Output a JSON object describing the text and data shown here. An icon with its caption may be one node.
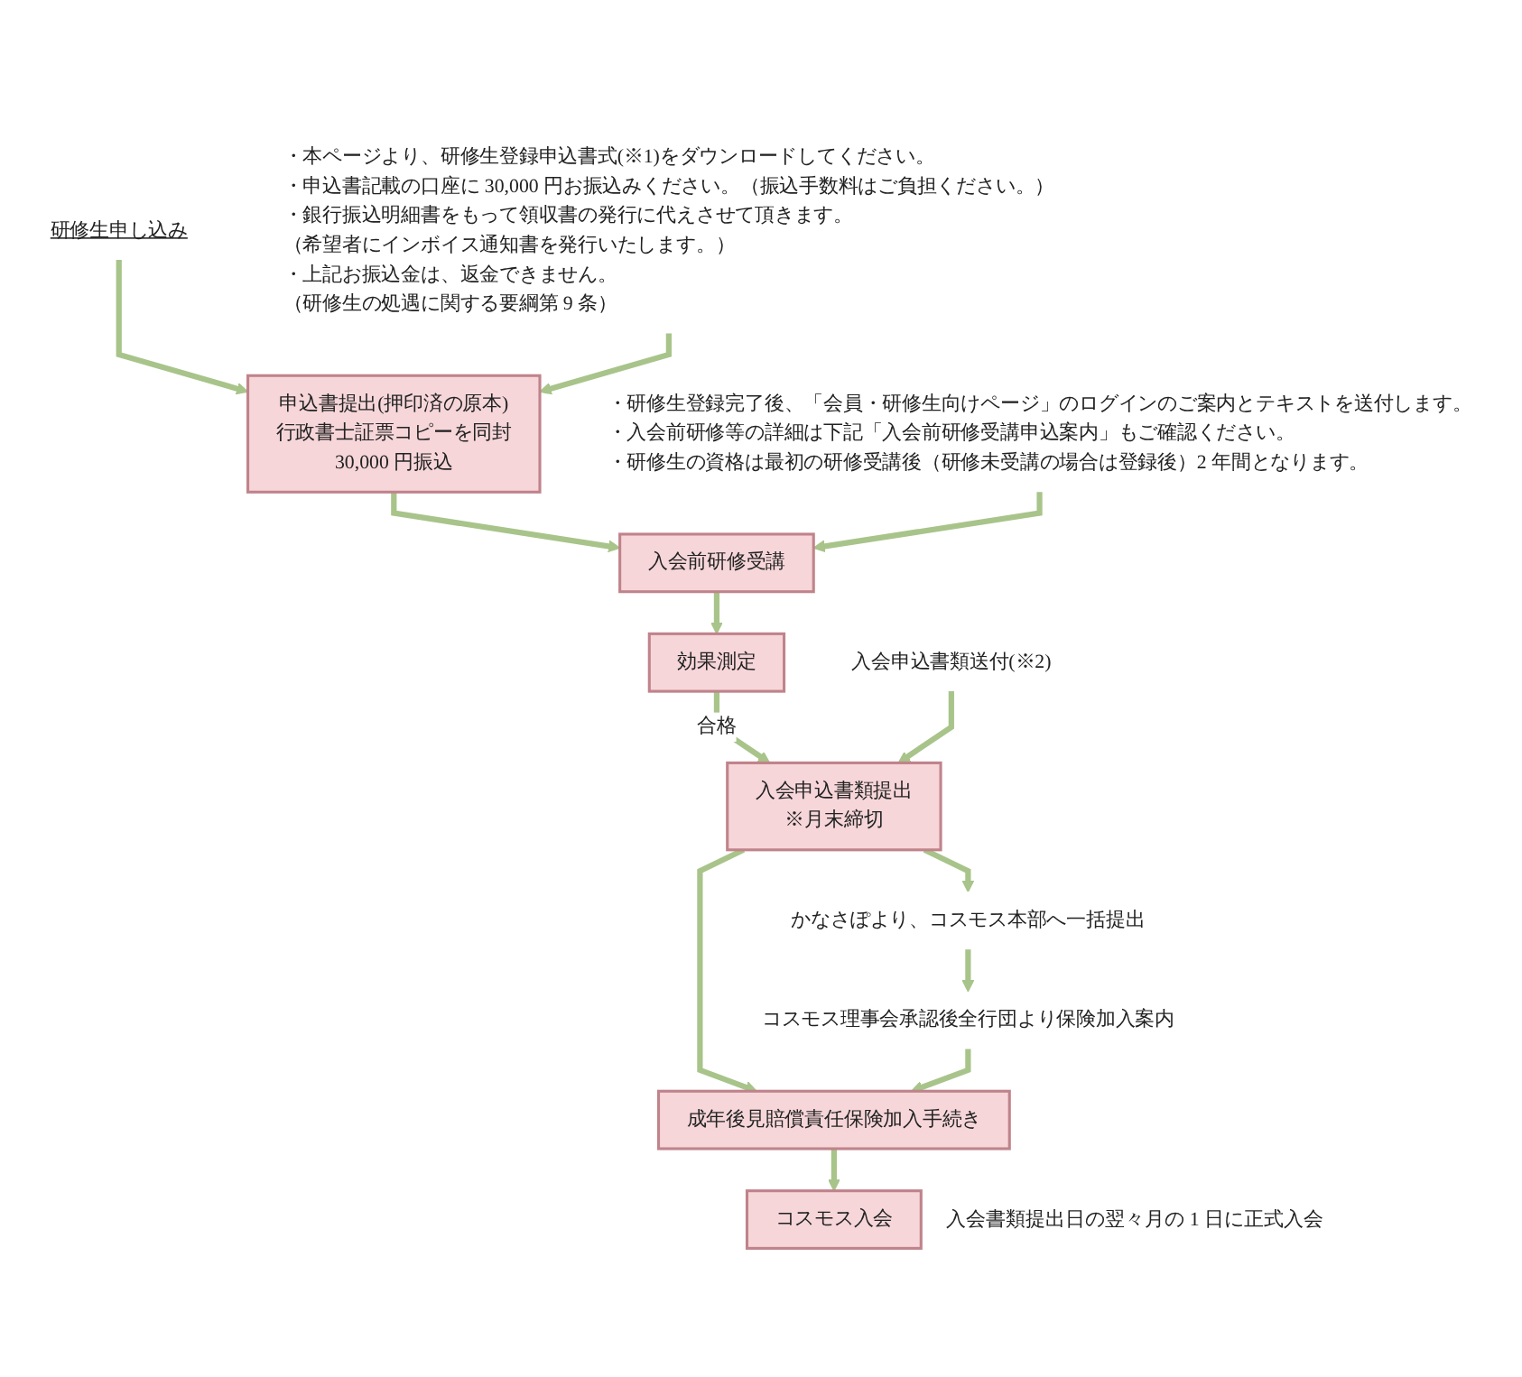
{
  "diagram": {
    "nodes": [
      {
        "text": [
          "研修生申し込み"
        ]
      },
      {
        "text": [
          "・本ページより、研修生登録申込書式(※1)をダウンロードしてください。",
          "・申込書記載の口座に 30,000 円お振込みください。（振込手数料はご負担ください。）",
          "・銀行振込明細書をもって領収書の発行に代えさせて頂きます。",
          "（希望者にインボイス通知書を発行いたします。）",
          "・上記お振込金は、返金できません。",
          "（研修生の処遇に関する要綱第 9 条）"
        ]
      },
      {
        "text": [
          "申込書提出(押印済の原本)",
          "行政書士証票コピーを同封",
          "30,000 円振込"
        ]
      },
      {
        "text": [
          "・研修生登録完了後、「会員・研修生向けページ」のログインのご案内とテキストを送付します。",
          "・入会前研修等の詳細は下記「入会前研修受講申込案内」もご確認ください。",
          "・研修生の資格は最初の研修受講後（研修未受講の場合は登録後）2 年間となります。"
        ]
      },
      {
        "text": [
          "入会前研修受講"
        ]
      },
      {
        "text": [
          "効果測定"
        ]
      },
      {
        "text": [
          "入会申込書類送付(※2)"
        ]
      },
      {
        "text": [
          "入会申込書類提出",
          "※月末締切"
        ]
      },
      {
        "text": [
          "かなさぽより、コスモス本部へ一括提出"
        ]
      },
      {
        "text": [
          "コスモス理事会承認後全行団より保険加入案内"
        ]
      },
      {
        "text": [
          "成年後見賠償責任保険加入手続き"
        ]
      },
      {
        "text": [
          "コスモス入会"
        ],
        "beside": [
          "入会書類提出日の翌々月の 1 日に正式入会"
        ]
      }
    ],
    "edges": [
      {
        "from": 0,
        "to": 2,
        "arrow": "to"
      },
      {
        "from": 1,
        "to": 2,
        "arrow": "to"
      },
      {
        "from": 2,
        "to": 4,
        "arrow": "to"
      },
      {
        "from": 3,
        "to": 4,
        "arrow": "to"
      },
      {
        "from": 4,
        "to": 5,
        "arrow": "to"
      },
      {
        "from": 5,
        "to": 7,
        "arrow": "to",
        "label": "合格"
      },
      {
        "from": 6,
        "to": 7,
        "arrow": "to"
      },
      {
        "from": 7,
        "to": 8,
        "arrow": "to"
      },
      {
        "from": 8,
        "to": 9,
        "arrow": "to"
      },
      {
        "from": 7,
        "to": 10,
        "arrow": "to"
      },
      {
        "from": 9,
        "to": 10,
        "arrow": "to"
      },
      {
        "from": 10,
        "to": 11,
        "arrow": "to"
      }
    ]
  }
}
